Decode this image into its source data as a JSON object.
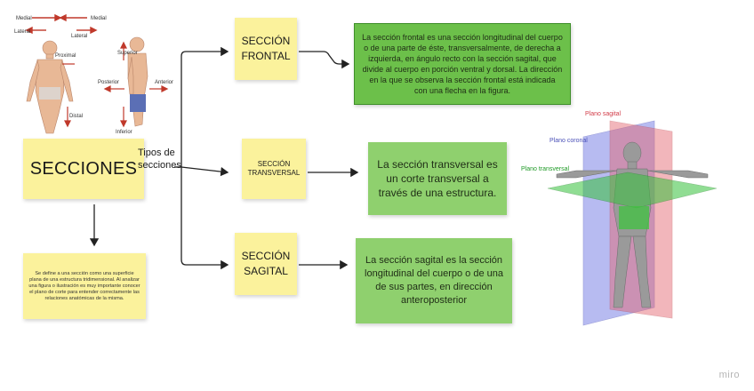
{
  "title_note": {
    "label": "SECCIONES"
  },
  "connector_label": "Tipos de secciones",
  "definition": "Se define a una sección como una superficie plana de una estructura tridimensional. Al analizar una figura o ilustración es muy importante conocer el plano de corte para entender correctamente las relaciones anatómicas de la misma.",
  "sections": [
    {
      "title": "SECCIÓN FRONTAL",
      "description": "La sección frontal es una sección longitudinal del cuerpo o de una parte de éste, transversalmente, de derecha a izquierda, en ángulo recto con la sección sagital, que divide al cuerpo en porción ventral y dorsal. La dirección en la que se observa la sección frontal está indicada con una flecha en la figura."
    },
    {
      "title": "SECCIÓN TRANSVERSAL",
      "description": "La sección transversal es un corte transversal a través de una estructura."
    },
    {
      "title": "SECCIÓN SAGITAL",
      "description": "La sección sagital es la sección longitudinal del cuerpo o de una de sus partes, en dirección anteroposterior"
    }
  ],
  "anatomy_labels": {
    "medial": "Medial",
    "lateral": "Lateral",
    "proximal": "Proximal",
    "distal": "Distal",
    "superior": "Superior",
    "inferior": "Inferior",
    "posterior": "Posterior",
    "anterior": "Anterior"
  },
  "planes": {
    "sagittal": "Plano sagital",
    "coronal": "Plano coronal",
    "transverse": "Plano transversal"
  },
  "watermark": "miro",
  "colors": {
    "sticky_yellow": "#fbf29c",
    "sticky_green_dark": "#6cc04a",
    "sticky_green_light": "#8fd06e",
    "plane_sagittal": "#e4606a",
    "plane_coronal": "#5a63d6",
    "plane_transverse": "#37c23c"
  }
}
